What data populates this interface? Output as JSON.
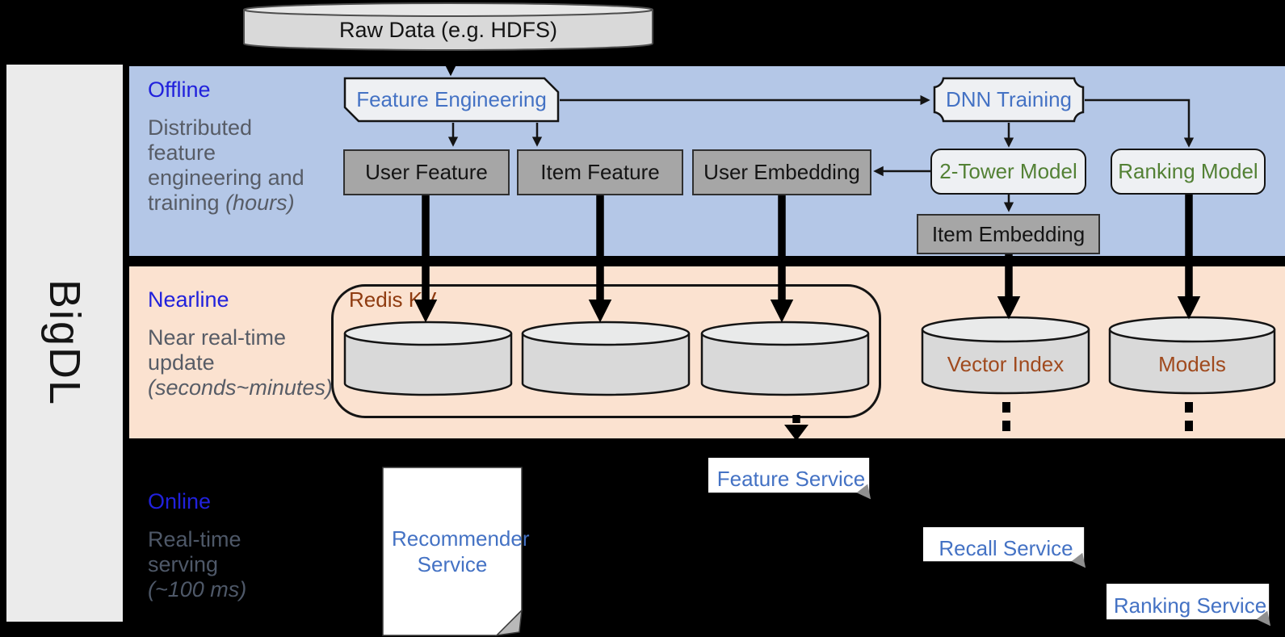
{
  "brand": "BigDL",
  "source_db": "Raw Data (e.g. HDFS)",
  "bands": {
    "offline": {
      "title": "Offline",
      "desc1": "Distributed",
      "desc2": "feature",
      "desc3": "engineering and",
      "desc4": "training ",
      "desc4_italic": "(hours)"
    },
    "nearline": {
      "title": "Nearline",
      "desc1": "Near real-time",
      "desc2": "update",
      "desc3_italic": "(seconds~minutes)"
    },
    "online": {
      "title": "Online",
      "desc1": "Real-time",
      "desc2": "serving",
      "desc3_italic": "(~100 ms)"
    }
  },
  "offline_nodes": {
    "feature_engineering": "Feature Engineering",
    "dnn_training": "DNN Training",
    "user_feature": "User Feature",
    "item_feature": "Item Feature",
    "user_embedding": "User Embedding",
    "two_tower_model": "2-Tower Model",
    "ranking_model": "Ranking Model",
    "item_embedding": "Item Embedding"
  },
  "nearline_nodes": {
    "redis_group": "Redis KV",
    "vector_index": "Vector Index",
    "models": "Models"
  },
  "online_nodes": {
    "recommender": "Recommender Service",
    "feature": "Feature Service",
    "recall": "Recall Service",
    "ranking": "Ranking Service"
  },
  "colors": {
    "title_blue": "#2121dc",
    "node_blue": "#4472c4",
    "node_green": "#538135",
    "rust": "#a04a1e",
    "rust_dark": "#8f3b10",
    "band_blue": "#b4c7e7",
    "band_peach": "#fbe2d0",
    "desc_gray": "#575c66",
    "online_desc": "#4e5868",
    "gray_fill": "#a6a6a6",
    "light_fill": "#eef0f3",
    "cyl_fill": "#d9d9d9"
  }
}
